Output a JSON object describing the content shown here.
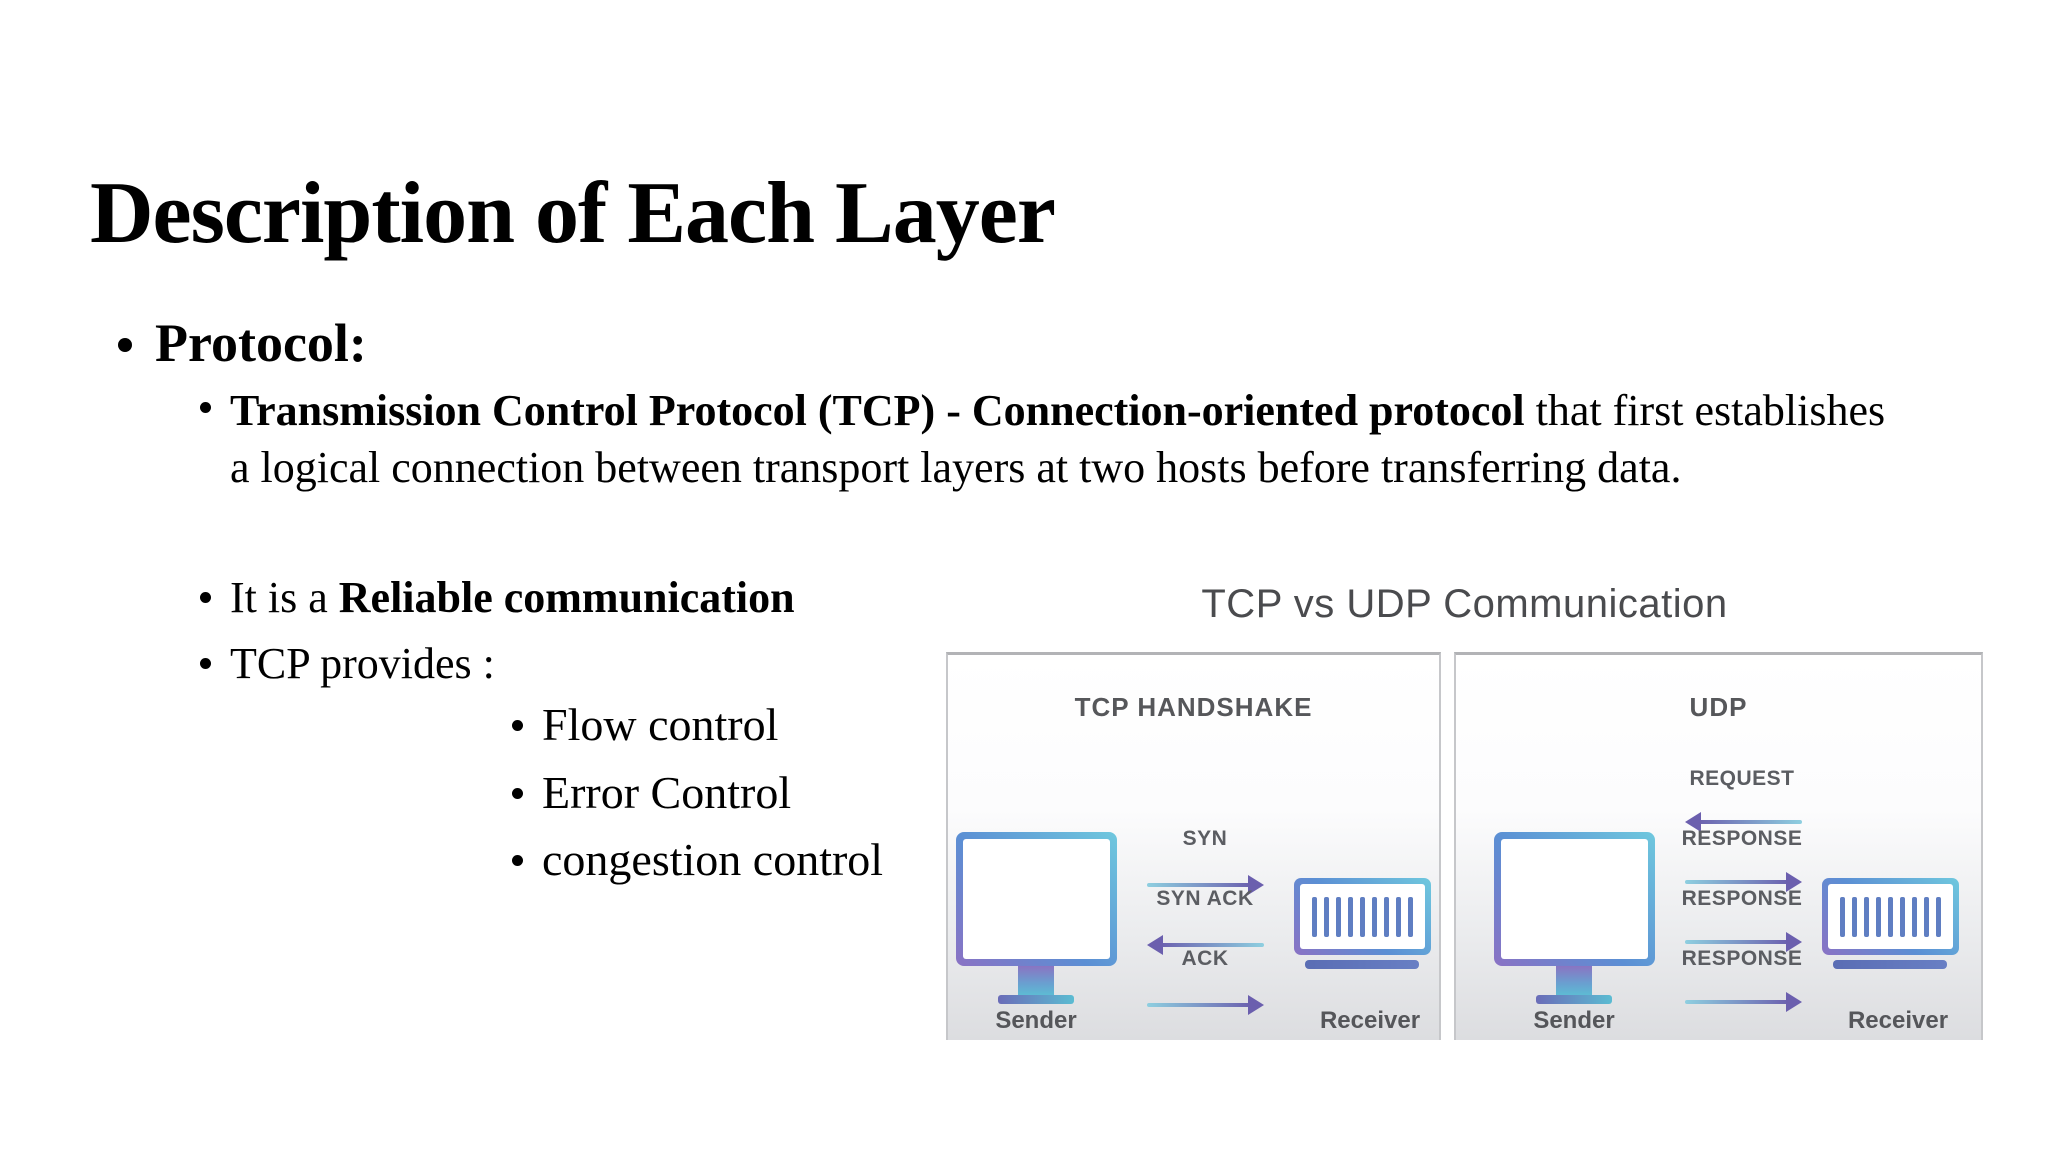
{
  "slide": {
    "title": "Description of Each Layer",
    "bullets": {
      "level1": "Protocol:",
      "tcp": {
        "bold": "Transmission Control Protocol (TCP) - Connection-oriented protocol",
        "rest": " that first establishes a logical connection between transport layers at two hosts before transferring data."
      },
      "reliable": {
        "prefix": "It is a ",
        "bold": "Reliable communication"
      },
      "provides": "TCP provides :",
      "sub_items": [
        "Flow control",
        "Error Control",
        "congestion control"
      ]
    }
  },
  "diagram": {
    "title": "TCP vs UDP Communication",
    "tcp_panel": {
      "heading": "TCP HANDSHAKE",
      "sender_label": "Sender",
      "receiver_label": "Receiver",
      "messages": [
        {
          "label": "SYN",
          "direction": "right"
        },
        {
          "label": "SYN ACK",
          "direction": "left"
        },
        {
          "label": "ACK",
          "direction": "right"
        }
      ]
    },
    "udp_panel": {
      "heading": "UDP",
      "sender_label": "Sender",
      "receiver_label": "Receiver",
      "messages": [
        {
          "label": "REQUEST",
          "direction": "left"
        },
        {
          "label": "RESPONSE",
          "direction": "right"
        },
        {
          "label": "RESPONSE",
          "direction": "right"
        },
        {
          "label": "RESPONSE",
          "direction": "right"
        }
      ]
    },
    "colors": {
      "accent_teal": "#6fc8de",
      "accent_blue": "#5b8fd4",
      "accent_purple": "#8a72c4",
      "arrow_purple": "#6b5fae",
      "arrow_teal": "#8ecfe0",
      "label_gray": "#5b5d62",
      "panel_background_bottom": "#dcdde0"
    }
  }
}
